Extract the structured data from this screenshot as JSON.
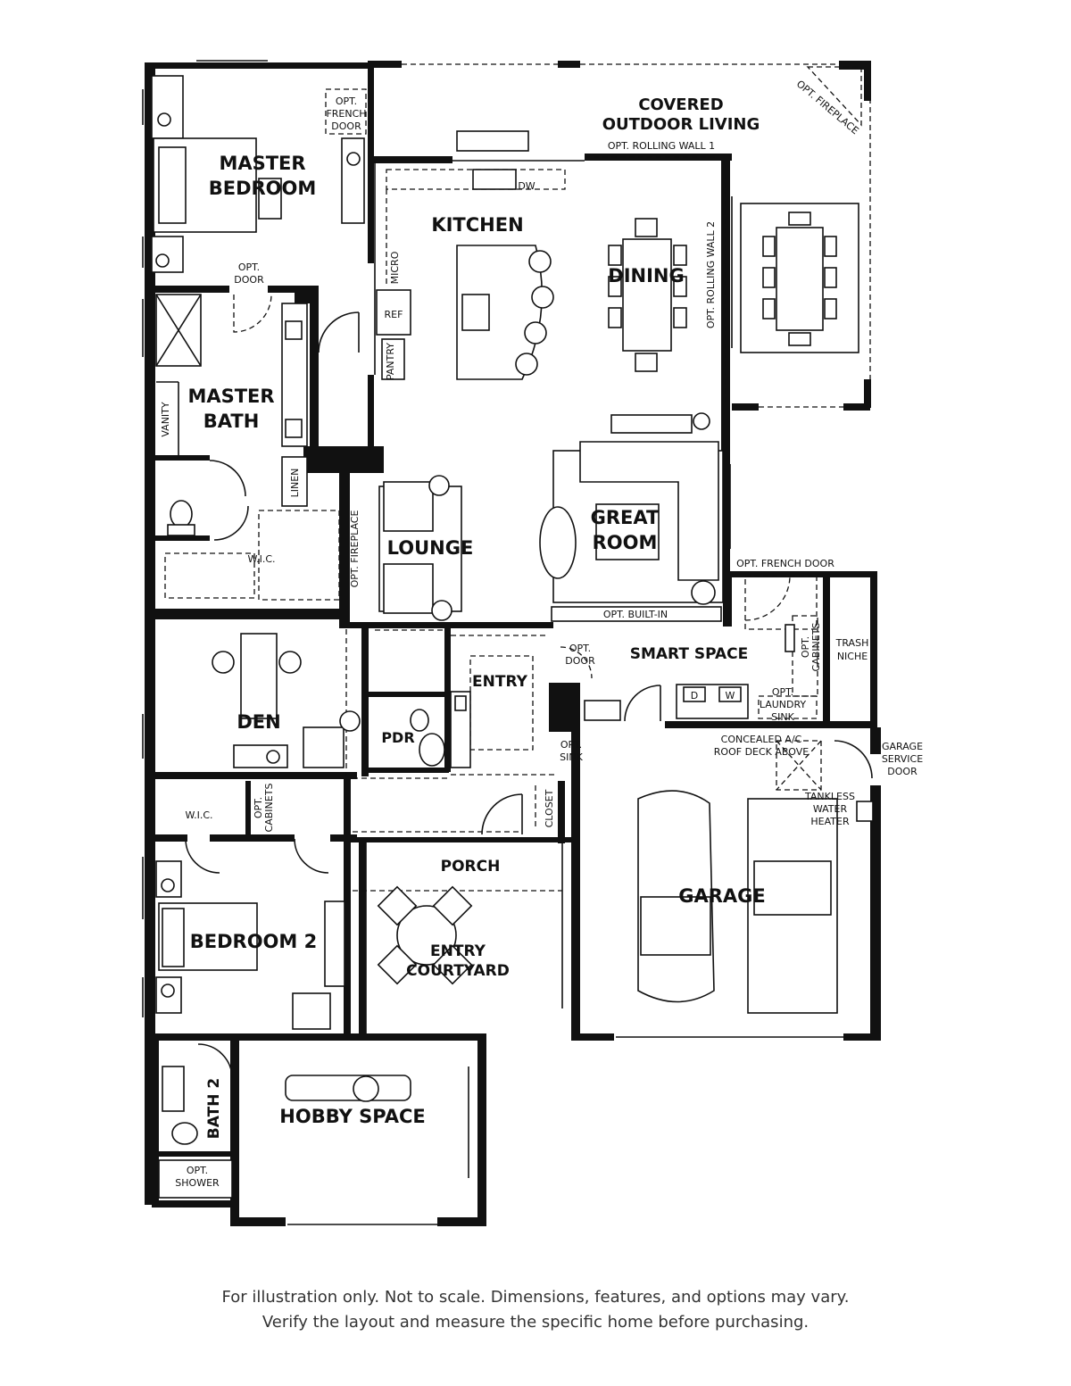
{
  "rooms": {
    "covered_outdoor_living": [
      "COVERED",
      "OUTDOOR LIVING"
    ],
    "master_bedroom": [
      "MASTER",
      "BEDROOM"
    ],
    "kitchen": "KITCHEN",
    "dining": "DINING",
    "master_bath": [
      "MASTER",
      "BATH"
    ],
    "great_room": [
      "GREAT",
      "ROOM"
    ],
    "lounge": "LOUNGE",
    "smart_space": "SMART SPACE",
    "entry": "ENTRY",
    "den": "DEN",
    "pdr": "PDR",
    "porch": "PORCH",
    "garage": "GARAGE",
    "bedroom2": "BEDROOM 2",
    "entry_courtyard": [
      "ENTRY",
      "COURTYARD"
    ],
    "hobby_space": "HOBBY SPACE",
    "bath2": "BATH 2"
  },
  "labels": {
    "opt_french_door_master": [
      "OPT.",
      "FRENCH",
      "DOOR"
    ],
    "opt_rolling_wall_1": "OPT. ROLLING WALL 1",
    "opt_fireplace_outdoor": "OPT. FIREPLACE",
    "dw": "DW",
    "micro": "MICRO",
    "ref": "REF",
    "pantry": "PANTRY",
    "opt_rolling_wall_2": "OPT. ROLLING WALL 2",
    "opt_door_master": [
      "OPT.",
      "DOOR"
    ],
    "vanity": "VANITY",
    "linen": "LINEN",
    "wic_master": "W.I.C.",
    "opt_fireplace_lounge": "OPT. FIREPLACE",
    "opt_built_in": "OPT. BUILT-IN",
    "opt_french_door_smart": "OPT. FRENCH DOOR",
    "opt_cabinets_smart": [
      "OPT.",
      "CABINETS"
    ],
    "trash_niche": [
      "TRASH",
      "NICHE"
    ],
    "opt_door_entry": [
      "OPT.",
      "DOOR"
    ],
    "dryer": "D",
    "washer": "W",
    "opt_laundry_sink": [
      "OPT.",
      "LAUNDRY",
      "SINK"
    ],
    "opt_sink": [
      "OPT.",
      "SINK"
    ],
    "concealed_ac": [
      "CONCEALED A/C",
      "ROOF DECK ABOVE"
    ],
    "garage_service_door": [
      "GARAGE",
      "SERVICE",
      "DOOR"
    ],
    "tankless_water_heater": [
      "TANKLESS",
      "WATER",
      "HEATER"
    ],
    "wic_bedroom2": "W.I.C.",
    "opt_cabinets_hall": [
      "OPT.",
      "CABINETS"
    ],
    "closet": "CLOSET",
    "opt_shower": [
      "OPT.",
      "SHOWER"
    ]
  },
  "disclaimer": [
    "For illustration only. Not to scale. Dimensions, features, and options may vary.",
    "Verify the layout and measure the specific home before purchasing."
  ]
}
